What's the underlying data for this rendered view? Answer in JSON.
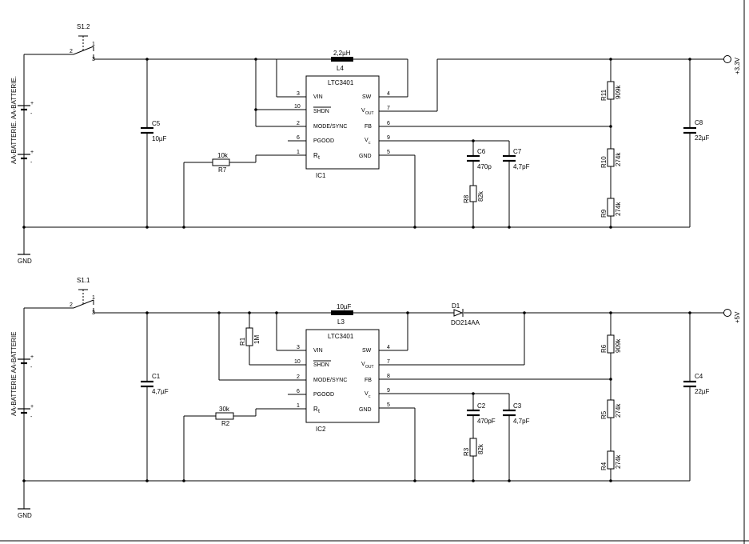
{
  "circuit1": {
    "switch_label": "S1.2",
    "switch_pins": [
      "1",
      "2",
      "3"
    ],
    "battery_label": "AA-BATTERIE. AA-BATTERIE.",
    "battery_signs": [
      "+",
      "-",
      "+",
      "-"
    ],
    "gnd_label": "GND",
    "ic_part": "LTC3401",
    "ic_ref": "IC1",
    "ic_pins_left": [
      {
        "num": "3",
        "name": "VIN"
      },
      {
        "num": "10",
        "name": "SHDN"
      },
      {
        "num": "2",
        "name": "MODE/SYNC"
      },
      {
        "num": "6",
        "name": "PGOOD"
      },
      {
        "num": "1",
        "name": "R",
        "sub": "t"
      }
    ],
    "ic_pins_right": [
      {
        "num": "4",
        "name": "SW"
      },
      {
        "num": "7",
        "name": "V",
        "sub": "OUT"
      },
      {
        "num": "6",
        "name": "FB"
      },
      {
        "num": "9",
        "name": "V",
        "sub": "c"
      },
      {
        "num": "5",
        "name": "GND"
      }
    ],
    "inductor": {
      "ref": "L4",
      "value": "2,2µH"
    },
    "c_in": {
      "ref": "C5",
      "value": "10µF"
    },
    "r_t": {
      "ref": "R7",
      "value": "10k"
    },
    "c_comp1": {
      "ref": "C6",
      "value": "470p"
    },
    "r_comp": {
      "ref": "R8",
      "value": "82k"
    },
    "c_comp2": {
      "ref": "C7",
      "value": "4,7pF"
    },
    "r_top": {
      "ref": "R11",
      "value": "909k"
    },
    "r_mid": {
      "ref": "R10",
      "value": "274k"
    },
    "r_bot": {
      "ref": "R9",
      "value": "274k"
    },
    "c_out": {
      "ref": "C8",
      "value": "22µF"
    },
    "output_label": "+3,3V"
  },
  "circuit2": {
    "switch_label": "S1.1",
    "switch_pins": [
      "1",
      "2",
      "3"
    ],
    "battery_label": "AA-BATTERIE AA-BATTERIE",
    "battery_signs": [
      "+",
      "-",
      "+",
      "-"
    ],
    "gnd_label": "GND",
    "ic_part": "LTC3401",
    "ic_ref": "IC2",
    "ic_pins_left": [
      {
        "num": "3",
        "name": "VIN"
      },
      {
        "num": "10",
        "name": "SHDN"
      },
      {
        "num": "2",
        "name": "MODE/SYNC"
      },
      {
        "num": "6",
        "name": "PGOOD"
      },
      {
        "num": "1",
        "name": "R",
        "sub": "t"
      }
    ],
    "ic_pins_right": [
      {
        "num": "4",
        "name": "SW"
      },
      {
        "num": "7",
        "name": "V",
        "sub": "OUT"
      },
      {
        "num": "8",
        "name": "FB"
      },
      {
        "num": "9",
        "name": "V",
        "sub": "c"
      },
      {
        "num": "5",
        "name": "GND"
      }
    ],
    "inductor": {
      "ref": "L3",
      "value": "10µF"
    },
    "c_in": {
      "ref": "C1",
      "value": "4,7µF"
    },
    "r_shdn": {
      "ref": "R1",
      "value": "1M"
    },
    "r_t": {
      "ref": "R2",
      "value": "30k"
    },
    "diode": {
      "ref": "D1",
      "value": "DO214AA"
    },
    "c_comp1": {
      "ref": "C2",
      "value": "470pF"
    },
    "r_comp": {
      "ref": "R3",
      "value": "82k"
    },
    "c_comp2": {
      "ref": "C3",
      "value": "4,7pF"
    },
    "r_top": {
      "ref": "R6",
      "value": "909k"
    },
    "r_mid": {
      "ref": "R5",
      "value": "274k"
    },
    "r_bot": {
      "ref": "R4",
      "value": "274k"
    },
    "c_out": {
      "ref": "C4",
      "value": "22µF"
    },
    "output_label": "+5V"
  }
}
